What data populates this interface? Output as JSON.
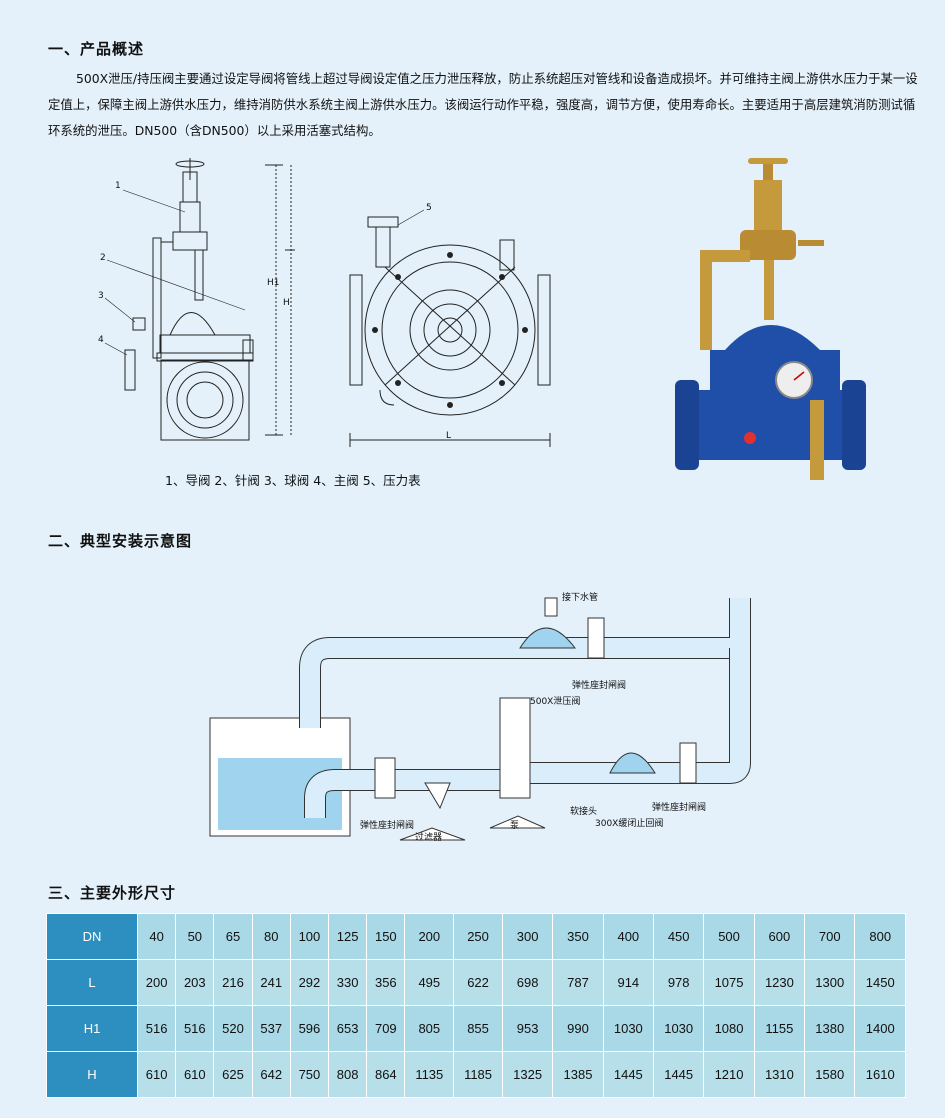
{
  "section1": {
    "title": "一、产品概述",
    "paragraph": "500X泄压/持压阀主要通过设定导阀将管线上超过导阀设定值之压力泄压释放，防止系统超压对管线和设备造成损坏。并可维持主阀上游供水压力于某一设定值上，保障主阀上游供水压力，维持消防供水系统主阀上游供水压力。该阀运行动作平稳，强度高，调节方便，使用寿命长。主要适用于高层建筑消防测试循环系统的泄压。DN500（含DN500）以上采用活塞式结构。",
    "legend": "1、导阀  2、针阀  3、球阀  4、主阀  5、压力表",
    "drawing_labels": {
      "n1": "1",
      "n2": "2",
      "n3": "3",
      "n4": "4",
      "n5": "5",
      "h1": "H1",
      "h": "H",
      "l": "L"
    }
  },
  "section2": {
    "title": "二、典型安装示意图",
    "labels": {
      "drain": "接下水管",
      "gate_top": "弹性座封闸阀",
      "relief": "500X泄压阀",
      "gate_left": "弹性座封闸阀",
      "filter": "过滤器",
      "pump": "泵",
      "soft_joint": "软接头",
      "gate_right": "弹性座封闸阀",
      "check": "300X缓闭止回阀"
    }
  },
  "section3": {
    "title": "三、主要外形尺寸",
    "rows": [
      {
        "head": "DN",
        "cells": [
          "40",
          "50",
          "65",
          "80",
          "100",
          "125",
          "150",
          "200",
          "250",
          "300",
          "350",
          "400",
          "450",
          "500",
          "600",
          "700",
          "800"
        ]
      },
      {
        "head": "L",
        "cells": [
          "200",
          "203",
          "216",
          "241",
          "292",
          "330",
          "356",
          "495",
          "622",
          "698",
          "787",
          "914",
          "978",
          "1075",
          "1230",
          "1300",
          "1450"
        ]
      },
      {
        "head": "H1",
        "cells": [
          "516",
          "516",
          "520",
          "537",
          "596",
          "653",
          "709",
          "805",
          "855",
          "953",
          "990",
          "1030",
          "1030",
          "1080",
          "1155",
          "1380",
          "1400"
        ]
      },
      {
        "head": "H",
        "cells": [
          "610",
          "610",
          "625",
          "642",
          "750",
          "808",
          "864",
          "1135",
          "1185",
          "1325",
          "1385",
          "1445",
          "1445",
          "1210",
          "1310",
          "1580",
          "1610"
        ]
      }
    ]
  },
  "colors": {
    "table_header": "#2d8fbf",
    "table_cell": "#b7dfe9",
    "background": "#e4f1fa",
    "valve_blue": "#1f4fa8",
    "brass": "#c59a3c"
  }
}
